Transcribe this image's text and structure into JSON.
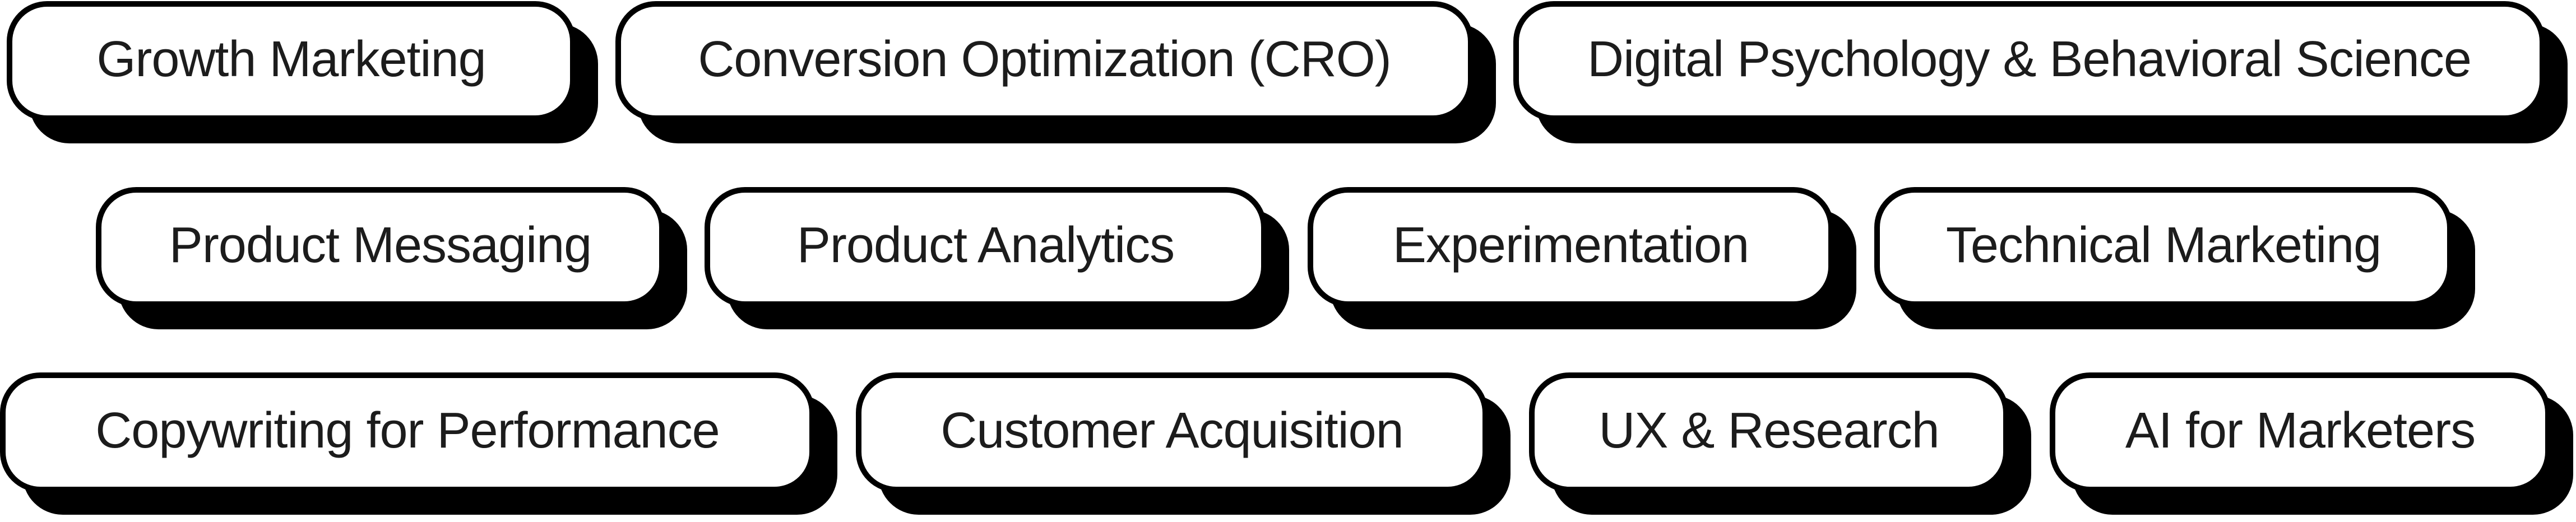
{
  "tags": [
    {
      "label": "Growth Marketing"
    },
    {
      "label": "Conversion Optimization (CRO)"
    },
    {
      "label": "Digital Psychology & Behavioral Science"
    },
    {
      "label": "Product Messaging"
    },
    {
      "label": "Product Analytics"
    },
    {
      "label": "Experimentation"
    },
    {
      "label": "Technical Marketing"
    },
    {
      "label": "Copywriting for Performance"
    },
    {
      "label": "Customer Acquisition"
    },
    {
      "label": "UX & Research"
    },
    {
      "label": "AI for Marketers"
    }
  ],
  "colors": {
    "background": "#ffffff",
    "pill_fill": "#ffffff",
    "pill_border": "#000000",
    "pill_shadow": "#000000",
    "text": "#1c1c1c"
  }
}
